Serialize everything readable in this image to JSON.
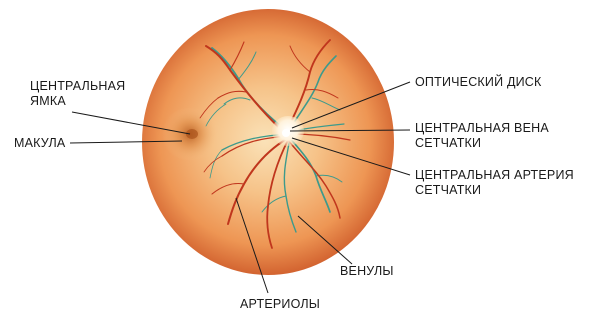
{
  "labels": {
    "central_pit": [
      "ЦЕНТРАЛЬНАЯ",
      "ЯМКА"
    ],
    "macula": "МАКУЛА",
    "optic_disc": "ОПТИЧЕСКИЙ ДИСК",
    "central_vein": [
      "ЦЕНТРАЛЬНАЯ ВЕНА",
      "СЕТЧАТКИ"
    ],
    "central_artery": [
      "ЦЕНТРАЛЬНАЯ АРТЕРИЯ",
      "СЕТЧАТКИ"
    ],
    "venules": "ВЕНУЛЫ",
    "arterioles": "АРТЕРИОЛЫ"
  },
  "colors": {
    "fundus_center": "#f8d5a4",
    "fundus_mid": "#f0a05e",
    "fundus_edge": "#c84a1e",
    "macula": "#c8702c",
    "artery": "#c0361d",
    "vein": "#3d9a8c",
    "optic_disc": "#fff6e6",
    "leader_line": "#1a1a1a"
  }
}
